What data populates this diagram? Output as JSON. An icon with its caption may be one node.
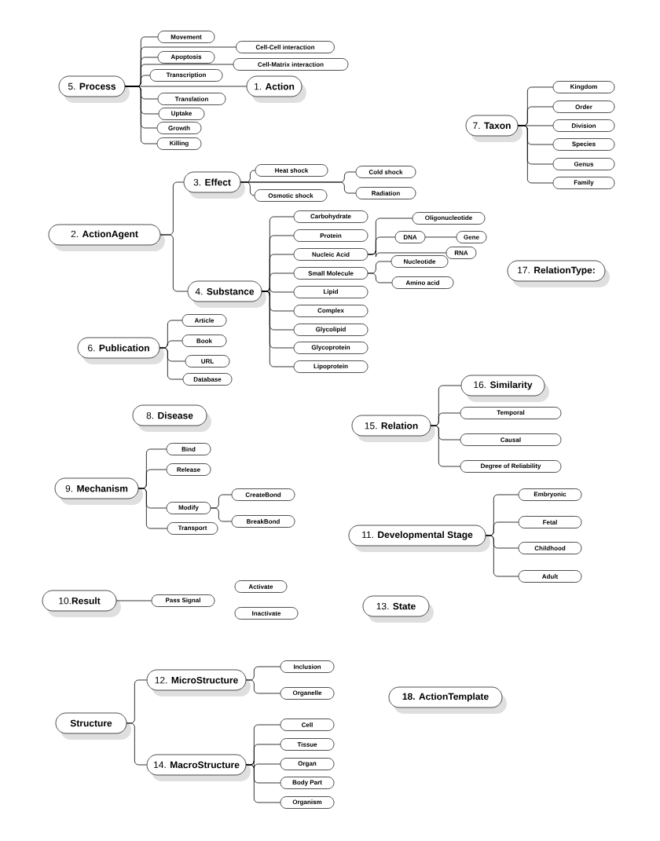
{
  "diagram": {
    "nodes": [
      {
        "text": [
          "5. **Process**"
        ]
      },
      {
        "text": [
          "Movement"
        ]
      },
      {
        "text": [
          "Cell-Cell interaction"
        ]
      },
      {
        "text": [
          "Apoptosis"
        ]
      },
      {
        "text": [
          "Cell-Matrix interaction"
        ]
      },
      {
        "text": [
          "Transcription"
        ]
      },
      {
        "text": [
          "1. **Action**"
        ]
      },
      {
        "text": [
          "Translation"
        ]
      },
      {
        "text": [
          "Uptake"
        ]
      },
      {
        "text": [
          "Growth"
        ]
      },
      {
        "text": [
          "Killing"
        ]
      },
      {
        "text": [
          "7. **Taxon**"
        ]
      },
      {
        "text": [
          "Kingdom"
        ]
      },
      {
        "text": [
          "Order"
        ]
      },
      {
        "text": [
          "Division"
        ]
      },
      {
        "text": [
          "Species"
        ]
      },
      {
        "text": [
          "Genus"
        ]
      },
      {
        "text": [
          "Family"
        ]
      },
      {
        "text": [
          "2. **ActionAgent**"
        ]
      },
      {
        "text": [
          "3. **Effect**"
        ]
      },
      {
        "text": [
          "Heat shock"
        ]
      },
      {
        "text": [
          "Cold shock"
        ]
      },
      {
        "text": [
          "Osmotic shock"
        ]
      },
      {
        "text": [
          "Radiation"
        ]
      },
      {
        "text": [
          "4. **Substance**"
        ]
      },
      {
        "text": [
          "Carbohydrate"
        ]
      },
      {
        "text": [
          "Protein"
        ]
      },
      {
        "text": [
          "Nucleic Acid"
        ]
      },
      {
        "text": [
          "Small Molecule"
        ]
      },
      {
        "text": [
          "Lipid"
        ]
      },
      {
        "text": [
          "Complex"
        ]
      },
      {
        "text": [
          "Glycolipid"
        ]
      },
      {
        "text": [
          "Glycoprotein"
        ]
      },
      {
        "text": [
          "Lipoprotein"
        ]
      },
      {
        "text": [
          "Oligonucleotide"
        ]
      },
      {
        "text": [
          "DNA"
        ]
      },
      {
        "text": [
          "Gene"
        ]
      },
      {
        "text": [
          "RNA"
        ]
      },
      {
        "text": [
          "Nucleotide"
        ]
      },
      {
        "text": [
          "Amino acid"
        ]
      },
      {
        "text": [
          "6. **Publication**"
        ]
      },
      {
        "text": [
          "Article"
        ]
      },
      {
        "text": [
          "Book"
        ]
      },
      {
        "text": [
          "URL"
        ]
      },
      {
        "text": [
          "Database"
        ]
      },
      {
        "text": [
          "17. **RelationType:**"
        ]
      },
      {
        "text": [
          "8. **Disease**"
        ]
      },
      {
        "text": [
          "15. **Relation**"
        ]
      },
      {
        "text": [
          "16. **Similarity**"
        ]
      },
      {
        "text": [
          "Temporal"
        ]
      },
      {
        "text": [
          "Causal"
        ]
      },
      {
        "text": [
          "Degree of Reliability"
        ]
      },
      {
        "text": [
          "9. **Mechanism**"
        ]
      },
      {
        "text": [
          "Bind"
        ]
      },
      {
        "text": [
          "Release"
        ]
      },
      {
        "text": [
          "Modify"
        ]
      },
      {
        "text": [
          "Transport"
        ]
      },
      {
        "text": [
          "CreateBond"
        ]
      },
      {
        "text": [
          "BreakBond"
        ]
      },
      {
        "text": [
          "11. **Developmental Stage**"
        ]
      },
      {
        "text": [
          "Embryonic"
        ]
      },
      {
        "text": [
          "Fetal"
        ]
      },
      {
        "text": [
          "Childhood"
        ]
      },
      {
        "text": [
          "Adult"
        ]
      },
      {
        "text": [
          "10.**Result**"
        ]
      },
      {
        "text": [
          "Pass Signal"
        ]
      },
      {
        "text": [
          "Activate"
        ]
      },
      {
        "text": [
          "Inactivate"
        ]
      },
      {
        "text": [
          "13. **State**"
        ]
      },
      {
        "text": [
          "Structure"
        ]
      },
      {
        "text": [
          "12. **MicroStructure**"
        ]
      },
      {
        "text": [
          "Inclusion"
        ]
      },
      {
        "text": [
          "Organelle"
        ]
      },
      {
        "text": [
          "14. **MacroStructure**"
        ]
      },
      {
        "text": [
          "Cell"
        ]
      },
      {
        "text": [
          "Tissue"
        ]
      },
      {
        "text": [
          "Organ"
        ]
      },
      {
        "text": [
          "Body Part"
        ]
      },
      {
        "text": [
          "Organism"
        ]
      },
      {
        "text": [
          "18. ActionTemplate"
        ]
      }
    ],
    "edges": [
      {
        "from": 0,
        "to": 1,
        "arrow": "none"
      },
      {
        "from": 0,
        "to": 2,
        "arrow": "none"
      },
      {
        "from": 0,
        "to": 3,
        "arrow": "none"
      },
      {
        "from": 0,
        "to": 4,
        "arrow": "none"
      },
      {
        "from": 0,
        "to": 5,
        "arrow": "none"
      },
      {
        "from": 0,
        "to": 6,
        "arrow": "none"
      },
      {
        "from": 0,
        "to": 7,
        "arrow": "none"
      },
      {
        "from": 0,
        "to": 8,
        "arrow": "none"
      },
      {
        "from": 0,
        "to": 9,
        "arrow": "none"
      },
      {
        "from": 0,
        "to": 10,
        "arrow": "none"
      },
      {
        "from": 11,
        "to": 12,
        "arrow": "none"
      },
      {
        "from": 11,
        "to": 13,
        "arrow": "none"
      },
      {
        "from": 11,
        "to": 14,
        "arrow": "none"
      },
      {
        "from": 11,
        "to": 15,
        "arrow": "none"
      },
      {
        "from": 11,
        "to": 16,
        "arrow": "none"
      },
      {
        "from": 11,
        "to": 17,
        "arrow": "none"
      },
      {
        "from": 18,
        "to": 19,
        "arrow": "none"
      },
      {
        "from": 18,
        "to": 24,
        "arrow": "none"
      },
      {
        "from": 19,
        "to": 20,
        "arrow": "none"
      },
      {
        "from": 19,
        "to": 21,
        "arrow": "none"
      },
      {
        "from": 19,
        "to": 22,
        "arrow": "none"
      },
      {
        "from": 19,
        "to": 23,
        "arrow": "none"
      },
      {
        "from": 24,
        "to": 25,
        "arrow": "none"
      },
      {
        "from": 24,
        "to": 26,
        "arrow": "none"
      },
      {
        "from": 24,
        "to": 27,
        "arrow": "none"
      },
      {
        "from": 24,
        "to": 28,
        "arrow": "none"
      },
      {
        "from": 24,
        "to": 29,
        "arrow": "none"
      },
      {
        "from": 24,
        "to": 30,
        "arrow": "none"
      },
      {
        "from": 24,
        "to": 31,
        "arrow": "none"
      },
      {
        "from": 24,
        "to": 32,
        "arrow": "none"
      },
      {
        "from": 24,
        "to": 33,
        "arrow": "none"
      },
      {
        "from": 27,
        "to": 34,
        "arrow": "none"
      },
      {
        "from": 27,
        "to": 35,
        "arrow": "none"
      },
      {
        "from": 35,
        "to": 36,
        "arrow": "none"
      },
      {
        "from": 27,
        "to": 37,
        "arrow": "none"
      },
      {
        "from": 28,
        "to": 38,
        "arrow": "none"
      },
      {
        "from": 28,
        "to": 39,
        "arrow": "none"
      },
      {
        "from": 40,
        "to": 41,
        "arrow": "none"
      },
      {
        "from": 40,
        "to": 42,
        "arrow": "none"
      },
      {
        "from": 40,
        "to": 43,
        "arrow": "none"
      },
      {
        "from": 40,
        "to": 44,
        "arrow": "none"
      },
      {
        "from": 47,
        "to": 48,
        "arrow": "none"
      },
      {
        "from": 47,
        "to": 49,
        "arrow": "none"
      },
      {
        "from": 47,
        "to": 50,
        "arrow": "none"
      },
      {
        "from": 47,
        "to": 51,
        "arrow": "none"
      },
      {
        "from": 52,
        "to": 53,
        "arrow": "none"
      },
      {
        "from": 52,
        "to": 54,
        "arrow": "none"
      },
      {
        "from": 52,
        "to": 55,
        "arrow": "none"
      },
      {
        "from": 52,
        "to": 56,
        "arrow": "none"
      },
      {
        "from": 55,
        "to": 57,
        "arrow": "none"
      },
      {
        "from": 55,
        "to": 58,
        "arrow": "none"
      },
      {
        "from": 59,
        "to": 60,
        "arrow": "none"
      },
      {
        "from": 59,
        "to": 61,
        "arrow": "none"
      },
      {
        "from": 59,
        "to": 62,
        "arrow": "none"
      },
      {
        "from": 59,
        "to": 63,
        "arrow": "none"
      },
      {
        "from": 64,
        "to": 65,
        "arrow": "none"
      },
      {
        "from": 69,
        "to": 70,
        "arrow": "none"
      },
      {
        "from": 69,
        "to": 73,
        "arrow": "none"
      },
      {
        "from": 70,
        "to": 71,
        "arrow": "none"
      },
      {
        "from": 70,
        "to": 72,
        "arrow": "none"
      },
      {
        "from": 73,
        "to": 74,
        "arrow": "none"
      },
      {
        "from": 73,
        "to": 75,
        "arrow": "none"
      },
      {
        "from": 73,
        "to": 76,
        "arrow": "none"
      },
      {
        "from": 73,
        "to": 77,
        "arrow": "none"
      },
      {
        "from": 73,
        "to": 78,
        "arrow": "none"
      }
    ]
  }
}
